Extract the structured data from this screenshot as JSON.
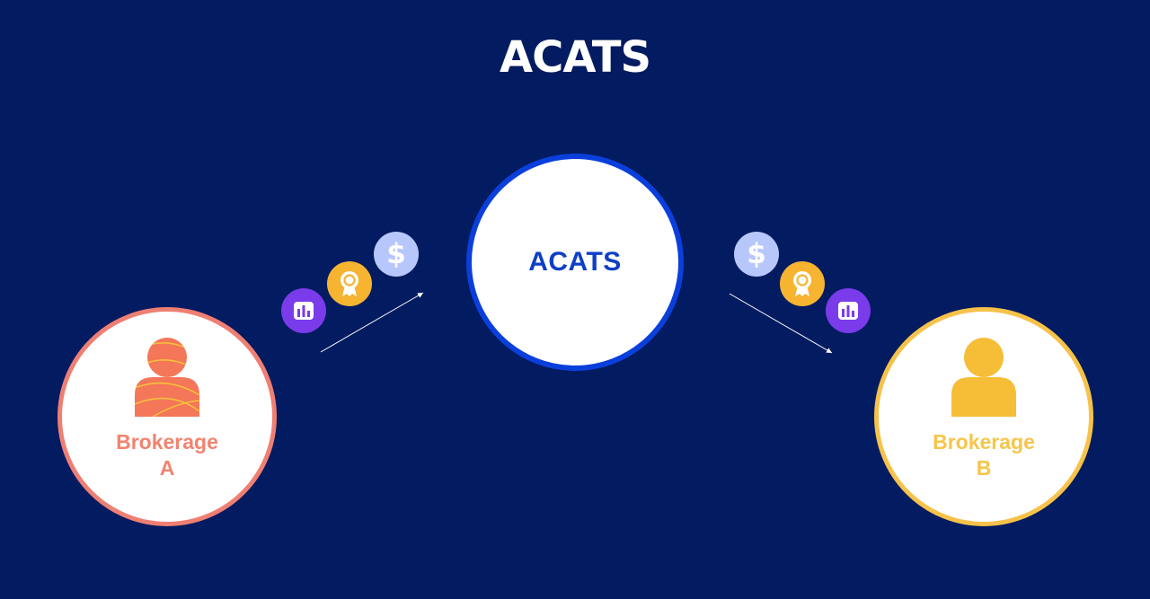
{
  "title": "ACATS",
  "hub": {
    "label": "ACATS",
    "border_color": "#0b3fdc"
  },
  "brokerage_a": {
    "line1": "Brokerage",
    "line2": "A",
    "color": "#ef7f73"
  },
  "brokerage_b": {
    "line1": "Brokerage",
    "line2": "B",
    "color": "#f6c24a"
  },
  "badges": {
    "dollar_symbol": "$",
    "icons": [
      "dollar-icon",
      "award-icon",
      "chart-icon"
    ]
  },
  "colors": {
    "background": "#031b60",
    "dollar_badge": "#b8c7fb",
    "award_badge": "#f6b431",
    "chart_badge": "#7a3bea"
  }
}
